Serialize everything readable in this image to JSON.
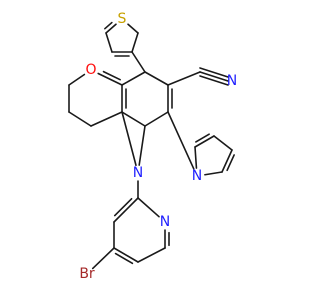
{
  "colors": {
    "bond": "#1a1a1a",
    "O": "#ff0d0d",
    "N": "#1f1fff",
    "S": "#c7a100",
    "Br": "#a52a2a"
  },
  "atoms": {
    "s_thiophene": {
      "text": "S",
      "element": "S"
    },
    "o_ketone": {
      "text": "O",
      "element": "O"
    },
    "n_nitrile": {
      "text": "N",
      "element": "N"
    },
    "n_ring": {
      "text": "N",
      "element": "N"
    },
    "n_pyrrole": {
      "text": "N",
      "element": "N"
    },
    "n_pyridine": {
      "text": "N",
      "element": "N"
    },
    "br": {
      "text": "Br",
      "element": "Br"
    }
  }
}
